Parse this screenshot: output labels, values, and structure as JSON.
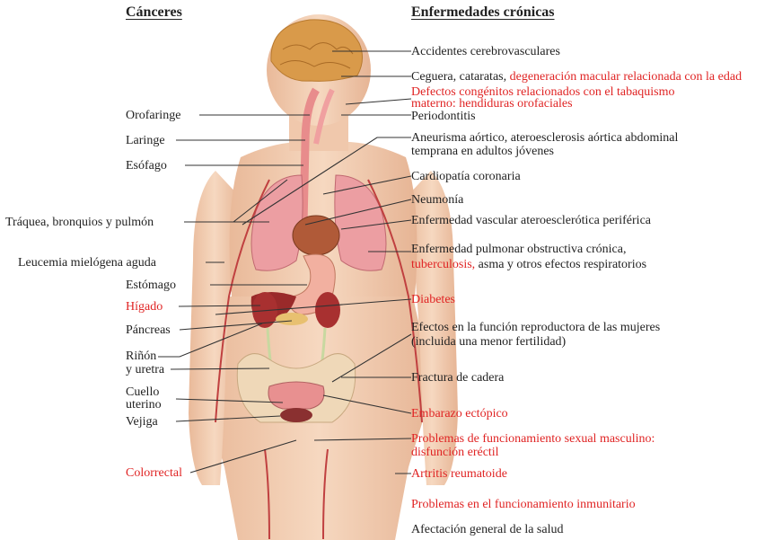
{
  "headers": {
    "left": "Cánceres",
    "right": "Enfermedades crónicas"
  },
  "cancers": {
    "orofaringe": "Orofaringe",
    "laringe": "Laringe",
    "esofago": "Esófago",
    "traquea": "Tráquea, bronquios y pulmón",
    "leucemia": "Leucemia mielógena aguda",
    "estomago": "Estómago",
    "higado": "Hígado",
    "pancreas": "Páncreas",
    "rinon_1": "Riñón",
    "rinon_2": "y uretra",
    "cuello_1": "Cuello",
    "cuello_2": "uterino",
    "vejiga": "Vejiga",
    "colorrectal": "Colorrectal"
  },
  "chronic": {
    "accidentes": "Accidentes cerebrovasculares",
    "ceguera_a": "Ceguera, cataratas,",
    "ceguera_b": "degeneración macular relacionada con la edad",
    "defectos_1": "Defectos congénitos relacionados con el tabaquismo",
    "defectos_2": "materno: hendiduras orofaciales",
    "periodontitis": "Periodontitis",
    "aneurisma_1": "Aneurisma aórtico, ateroesclerosis aórtica abdominal",
    "aneurisma_2": "temprana en adultos jóvenes",
    "cardiopatia": "Cardiopatía coronaria",
    "neumonia": "Neumonía",
    "vascular": "Enfermedad vascular ateroesclerótica periférica",
    "epoc_1": "Enfermedad pulmonar obstructiva crónica,",
    "epoc_2a": "tuberculosis,",
    "epoc_2b": "asma y otros efectos respiratorios",
    "diabetes": "Diabetes",
    "reproductiva_1": "Efectos en la función reproductora de las mujeres",
    "reproductiva_2": "(incluida una menor fertilidad)",
    "cadera": "Fractura de cadera",
    "ectopico": "Embarazo ectópico",
    "sexual_1": "Problemas de funcionamiento sexual masculino:",
    "sexual_2": "disfunción eréctil",
    "artritis": "Artritis reumatoide",
    "inmunitario": "Problemas en el funcionamiento inmunitario",
    "general": "Afectación general de la salud"
  },
  "colors": {
    "highlight": "#e02424",
    "text": "#222222",
    "leader": "#333333"
  }
}
